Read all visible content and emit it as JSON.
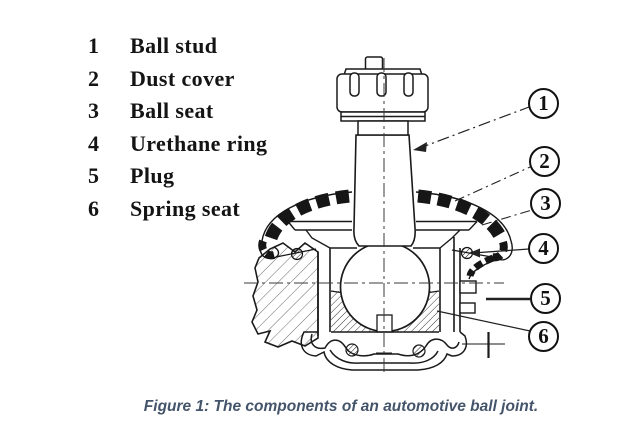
{
  "legend": {
    "items": [
      {
        "num": "1",
        "label": "Ball stud"
      },
      {
        "num": "2",
        "label": "Dust cover"
      },
      {
        "num": "3",
        "label": "Ball seat"
      },
      {
        "num": "4",
        "label": "Urethane ring"
      },
      {
        "num": "5",
        "label": "Plug"
      },
      {
        "num": "6",
        "label": "Spring seat"
      }
    ]
  },
  "callouts": [
    "1",
    "2",
    "3",
    "4",
    "5",
    "6"
  ],
  "caption": {
    "text": "Figure 1: The components of an automotive ball joint."
  },
  "colors": {
    "ink": "#1a1a1a",
    "caption_text": "#44546A",
    "background": "#ffffff"
  }
}
